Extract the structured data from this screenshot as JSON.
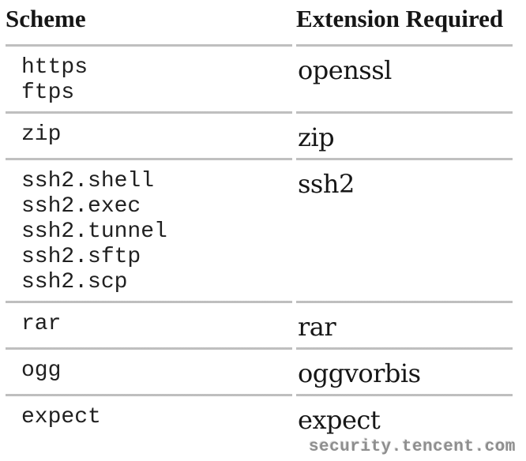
{
  "table": {
    "columns": [
      {
        "label": "Scheme"
      },
      {
        "label": "Extension Required"
      }
    ],
    "rows": [
      {
        "schemes": [
          "https",
          "ftps"
        ],
        "extension": "openssl"
      },
      {
        "schemes": [
          "zip"
        ],
        "extension": "zip"
      },
      {
        "schemes": [
          "ssh2.shell",
          "ssh2.exec",
          "ssh2.tunnel",
          "ssh2.sftp",
          "ssh2.scp"
        ],
        "extension": "ssh2"
      },
      {
        "schemes": [
          "rar"
        ],
        "extension": "rar"
      },
      {
        "schemes": [
          "ogg"
        ],
        "extension": "oggvorbis"
      },
      {
        "schemes": [
          "expect"
        ],
        "extension": "expect"
      }
    ]
  },
  "watermark": {
    "text": "security.tencent.com"
  },
  "colors": {
    "background": "#ffffff",
    "rule": "#858585",
    "text": "#1a1a1a",
    "watermark": "#8e8e8e"
  }
}
